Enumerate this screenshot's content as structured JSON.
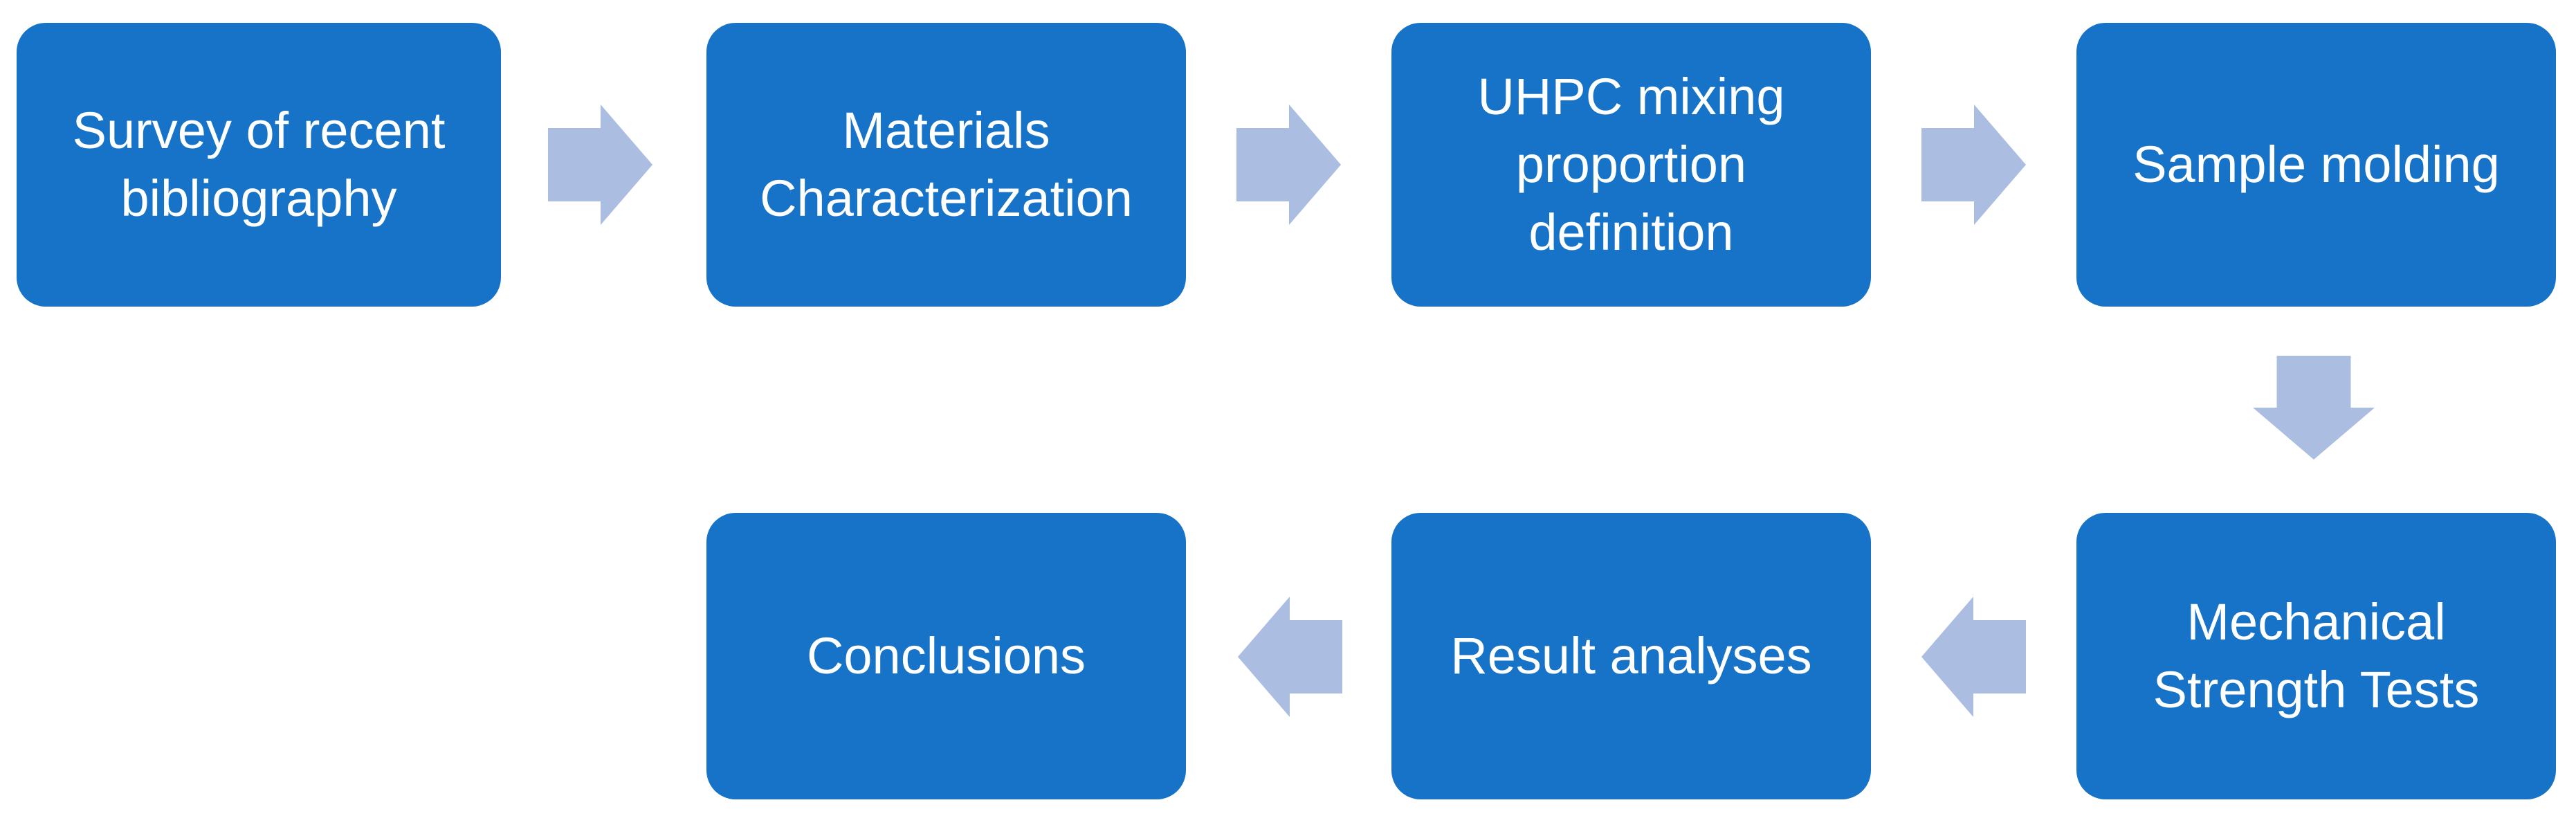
{
  "diagram": {
    "type": "flowchart",
    "colors": {
      "background": "#FFFFFF",
      "node_fill": "#1773C8",
      "arrow_fill": "#ACBDE2",
      "text": "#FFFFFF"
    },
    "nodes": [
      {
        "id": "survey",
        "label": "Survey of recent\nbibliography"
      },
      {
        "id": "materials",
        "label": "Materials\nCharacterization"
      },
      {
        "id": "uhpc-mixing",
        "label": "UHPC mixing\nproportion\ndefinition"
      },
      {
        "id": "molding",
        "label": "Sample molding"
      },
      {
        "id": "mechanical",
        "label": "Mechanical\nStrength Tests"
      },
      {
        "id": "results",
        "label": "Result analyses"
      },
      {
        "id": "conclusions",
        "label": "Conclusions"
      }
    ],
    "connectors": [
      {
        "from": "survey",
        "to": "materials",
        "direction": "right"
      },
      {
        "from": "materials",
        "to": "uhpc-mixing",
        "direction": "right"
      },
      {
        "from": "uhpc-mixing",
        "to": "molding",
        "direction": "right"
      },
      {
        "from": "molding",
        "to": "mechanical",
        "direction": "down"
      },
      {
        "from": "mechanical",
        "to": "results",
        "direction": "left"
      },
      {
        "from": "results",
        "to": "conclusions",
        "direction": "left"
      }
    ]
  }
}
